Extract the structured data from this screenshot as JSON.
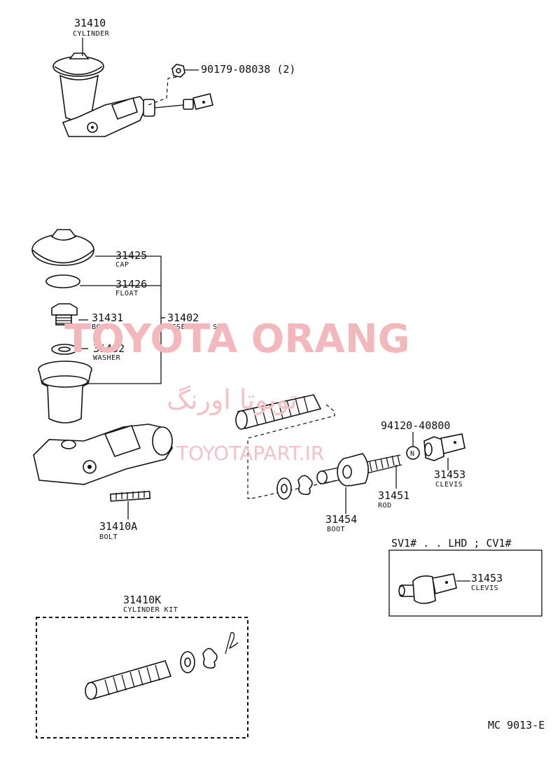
{
  "parts": {
    "cylinder": {
      "number": "31410",
      "name": "CYLINDER"
    },
    "nut": {
      "number": "90179-08038 (2)"
    },
    "cap": {
      "number": "31425",
      "name": "CAP"
    },
    "float": {
      "number": "31426",
      "name": "FLOAT"
    },
    "bolt_31431": {
      "number": "31431",
      "name": "BOLT"
    },
    "reservoir_set": {
      "number": "31402",
      "name": "RESERVOIR SET"
    },
    "washer": {
      "number": "31432",
      "name": "WASHER"
    },
    "clip": {
      "number": "94120-40800"
    },
    "clevis": {
      "number": "31453",
      "name": "CLEVIS"
    },
    "rod": {
      "number": "31451",
      "name": "ROD"
    },
    "boot": {
      "number": "31454",
      "name": "BOOT"
    },
    "bolt_31410a": {
      "number": "31410A",
      "name": "BOLT"
    },
    "cylinder_kit": {
      "number": "31410K",
      "name": "CYLINDER KIT"
    },
    "clevis_alt": {
      "number": "31453",
      "name": "CLEVIS"
    }
  },
  "variant_label": "SV1# . . LHD ; CV1#",
  "clip_mark": "N",
  "diagram_code": "MC 9013-E",
  "watermark": {
    "title": "TOYOTA ORANG",
    "persian": "تویوتا اورنگ",
    "url": "TOYOTAPART.IR"
  }
}
